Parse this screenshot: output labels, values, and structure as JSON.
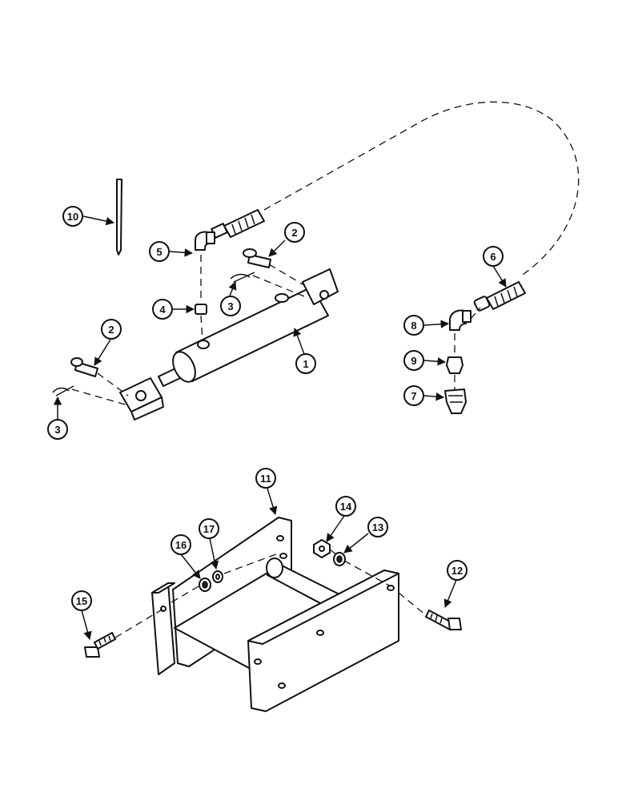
{
  "callouts": [
    {
      "label": "1"
    },
    {
      "label": "2"
    },
    {
      "label": "2"
    },
    {
      "label": "3"
    },
    {
      "label": "3"
    },
    {
      "label": "4"
    },
    {
      "label": "5"
    },
    {
      "label": "6"
    },
    {
      "label": "7"
    },
    {
      "label": "8"
    },
    {
      "label": "9"
    },
    {
      "label": "10"
    },
    {
      "label": "11"
    },
    {
      "label": "12"
    },
    {
      "label": "13"
    },
    {
      "label": "14"
    },
    {
      "label": "15"
    },
    {
      "label": "16"
    },
    {
      "label": "17"
    }
  ]
}
